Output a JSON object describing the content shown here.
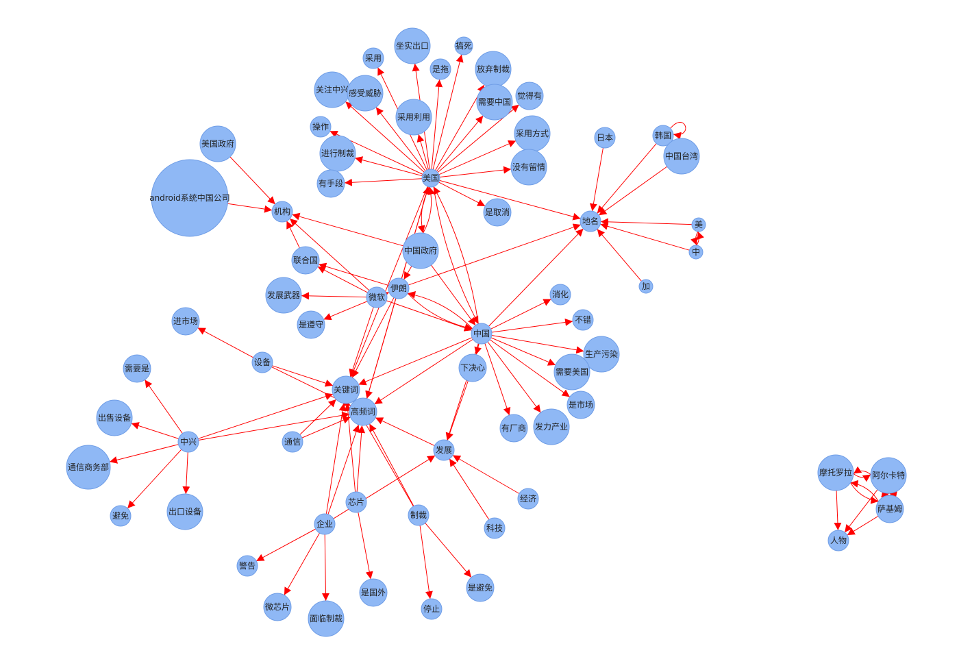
{
  "colors": {
    "node_fill": "#8fb8f5",
    "node_stroke": "#6f9de6",
    "edge": "#ff0000",
    "background": "#ffffff"
  },
  "nodes": [
    {
      "id": "美国"
    },
    {
      "id": "坐实出口"
    },
    {
      "id": "搞死"
    },
    {
      "id": "采用"
    },
    {
      "id": "是拖"
    },
    {
      "id": "放弃制裁"
    },
    {
      "id": "关注中兴"
    },
    {
      "id": "感受威胁"
    },
    {
      "id": "需要中国"
    },
    {
      "id": "觉得有"
    },
    {
      "id": "采用利用"
    },
    {
      "id": "操作"
    },
    {
      "id": "采用方式"
    },
    {
      "id": "进行制裁"
    },
    {
      "id": "没有留情"
    },
    {
      "id": "有手段"
    },
    {
      "id": "是取消"
    },
    {
      "id": "美国政府"
    },
    {
      "id": "android系统中国公司"
    },
    {
      "id": "机构"
    },
    {
      "id": "联合国"
    },
    {
      "id": "中国政府"
    },
    {
      "id": "发展武器"
    },
    {
      "id": "微软"
    },
    {
      "id": "伊朗"
    },
    {
      "id": "是遵守"
    },
    {
      "id": "日本"
    },
    {
      "id": "韩国"
    },
    {
      "id": "中国台湾"
    },
    {
      "id": "地名"
    },
    {
      "id": "美"
    },
    {
      "id": "中"
    },
    {
      "id": "加"
    },
    {
      "id": "消化"
    },
    {
      "id": "不错"
    },
    {
      "id": "中国"
    },
    {
      "id": "生产污染"
    },
    {
      "id": "需要美国"
    },
    {
      "id": "是市场"
    },
    {
      "id": "下决心"
    },
    {
      "id": "有厂商"
    },
    {
      "id": "发力产业"
    },
    {
      "id": "进市场"
    },
    {
      "id": "设备"
    },
    {
      "id": "关键词"
    },
    {
      "id": "高频词"
    },
    {
      "id": "需要是"
    },
    {
      "id": "出售设备"
    },
    {
      "id": "中兴"
    },
    {
      "id": "通信商务部"
    },
    {
      "id": "避免"
    },
    {
      "id": "出口设备"
    },
    {
      "id": "通信"
    },
    {
      "id": "发展"
    },
    {
      "id": "经济"
    },
    {
      "id": "科技"
    },
    {
      "id": "芯片"
    },
    {
      "id": "制裁"
    },
    {
      "id": "企业"
    },
    {
      "id": "警告"
    },
    {
      "id": "微芯片"
    },
    {
      "id": "面临制裁"
    },
    {
      "id": "是国外"
    },
    {
      "id": "停止"
    },
    {
      "id": "是避免"
    },
    {
      "id": "摩托罗拉"
    },
    {
      "id": "阿尔卡特"
    },
    {
      "id": "萨基姆"
    },
    {
      "id": "人物"
    }
  ],
  "edges": [
    [
      "美国",
      "坐实出口"
    ],
    [
      "美国",
      "搞死"
    ],
    [
      "美国",
      "采用"
    ],
    [
      "美国",
      "是拖"
    ],
    [
      "美国",
      "放弃制裁"
    ],
    [
      "美国",
      "关注中兴"
    ],
    [
      "美国",
      "感受威胁"
    ],
    [
      "美国",
      "需要中国"
    ],
    [
      "美国",
      "觉得有"
    ],
    [
      "美国",
      "采用利用"
    ],
    [
      "美国",
      "操作"
    ],
    [
      "美国",
      "采用方式"
    ],
    [
      "美国",
      "进行制裁"
    ],
    [
      "美国",
      "没有留情"
    ],
    [
      "美国",
      "有手段"
    ],
    [
      "美国",
      "是取消"
    ],
    [
      "美国",
      "地名"
    ],
    [
      "美国",
      "中国政府"
    ],
    [
      "美国",
      "关键词"
    ],
    [
      "美国",
      "中国"
    ],
    [
      "美国",
      "高频词"
    ],
    [
      "美国政府",
      "机构"
    ],
    [
      "android系统中国公司",
      "机构"
    ],
    [
      "联合国",
      "机构"
    ],
    [
      "中国政府",
      "机构"
    ],
    [
      "中国政府",
      "美国"
    ],
    [
      "中国政府",
      "伊朗"
    ],
    [
      "中国政府",
      "中国"
    ],
    [
      "微软",
      "机构"
    ],
    [
      "微软",
      "发展武器"
    ],
    [
      "微软",
      "是遵守"
    ],
    [
      "微软",
      "联合国"
    ],
    [
      "微软",
      "伊朗"
    ],
    [
      "微软",
      "中国"
    ],
    [
      "微软",
      "关键词"
    ],
    [
      "伊朗",
      "联合国"
    ],
    [
      "伊朗",
      "地名"
    ],
    [
      "伊朗",
      "美国"
    ],
    [
      "伊朗",
      "中国"
    ],
    [
      "伊朗",
      "高频词"
    ],
    [
      "伊朗",
      "关键词"
    ],
    [
      "日本",
      "地名"
    ],
    [
      "韩国",
      "地名"
    ],
    [
      "韩国",
      "韩国"
    ],
    [
      "中国台湾",
      "地名"
    ],
    [
      "美",
      "地名"
    ],
    [
      "美",
      "中"
    ],
    [
      "中",
      "地名"
    ],
    [
      "中",
      "美"
    ],
    [
      "加",
      "地名"
    ],
    [
      "中国",
      "消化"
    ],
    [
      "中国",
      "不错"
    ],
    [
      "中国",
      "生产污染"
    ],
    [
      "中国",
      "需要美国"
    ],
    [
      "中国",
      "是市场"
    ],
    [
      "中国",
      "下决心"
    ],
    [
      "中国",
      "有厂商"
    ],
    [
      "中国",
      "发力产业"
    ],
    [
      "中国",
      "地名"
    ],
    [
      "中国",
      "美国"
    ],
    [
      "中国",
      "伊朗"
    ],
    [
      "中国",
      "关键词"
    ],
    [
      "中国",
      "高频词"
    ],
    [
      "中国",
      "发展"
    ],
    [
      "下决心",
      "发展"
    ],
    [
      "设备",
      "进市场"
    ],
    [
      "设备",
      "关键词"
    ],
    [
      "设备",
      "高频词"
    ],
    [
      "中兴",
      "需要是"
    ],
    [
      "中兴",
      "出售设备"
    ],
    [
      "中兴",
      "通信商务部"
    ],
    [
      "中兴",
      "避免"
    ],
    [
      "中兴",
      "出口设备"
    ],
    [
      "中兴",
      "关键词"
    ],
    [
      "中兴",
      "高频词"
    ],
    [
      "通信",
      "关键词"
    ],
    [
      "通信",
      "高频词"
    ],
    [
      "发展",
      "高频词"
    ],
    [
      "经济",
      "发展"
    ],
    [
      "科技",
      "发展"
    ],
    [
      "芯片",
      "关键词"
    ],
    [
      "芯片",
      "高频词"
    ],
    [
      "芯片",
      "是国外"
    ],
    [
      "制裁",
      "关键词"
    ],
    [
      "制裁",
      "高频词"
    ],
    [
      "制裁",
      "停止"
    ],
    [
      "制裁",
      "是避免"
    ],
    [
      "企业",
      "关键词"
    ],
    [
      "企业",
      "高频词"
    ],
    [
      "企业",
      "发展"
    ],
    [
      "企业",
      "警告"
    ],
    [
      "企业",
      "微芯片"
    ],
    [
      "企业",
      "面临制裁"
    ],
    [
      "摩托罗拉",
      "阿尔卡特"
    ],
    [
      "摩托罗拉",
      "人物"
    ],
    [
      "摩托罗拉",
      "萨基姆"
    ],
    [
      "阿尔卡特",
      "摩托罗拉"
    ],
    [
      "阿尔卡特",
      "人物"
    ],
    [
      "阿尔卡特",
      "萨基姆"
    ],
    [
      "萨基姆",
      "阿尔卡特"
    ],
    [
      "萨基姆",
      "摩托罗拉"
    ],
    [
      "萨基姆",
      "人物"
    ]
  ]
}
